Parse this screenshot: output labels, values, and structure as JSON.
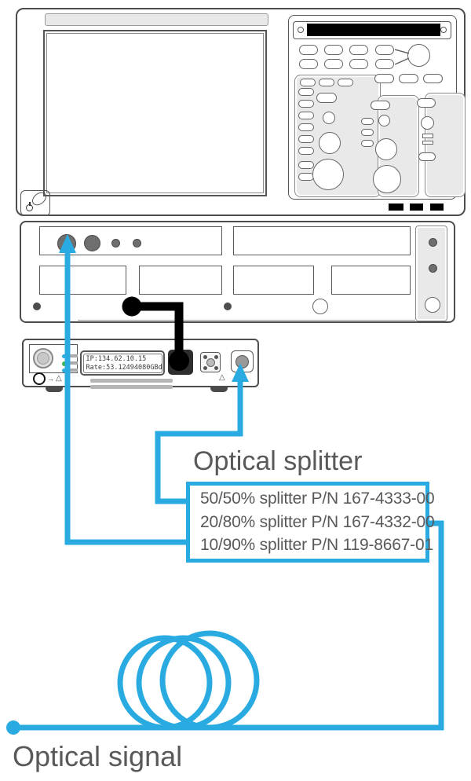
{
  "oscilloscope": {
    "description": "oscilloscope front panel, no visible text"
  },
  "device": {
    "lcd": {
      "line1": "IP:134.62.10.15",
      "line2": "Rate:53.12494080GBd"
    }
  },
  "splitter": {
    "title": "Optical splitter",
    "lines": [
      "50/50% splitter P/N 167-4333-00",
      "20/80% splitter P/N 167-4332-00",
      "10/90% splitter P/N 119-8667-01"
    ]
  },
  "signal": {
    "label": "Optical signal"
  },
  "icons": {
    "warning_triangle": "△",
    "laser_arrow": "→"
  },
  "colors": {
    "fiber_cyan": "#29abe2",
    "label_gray": "#58595b",
    "outline_gray": "#4d4d4d",
    "led_green": "#39b54a",
    "led_cyan": "#29abe2"
  }
}
